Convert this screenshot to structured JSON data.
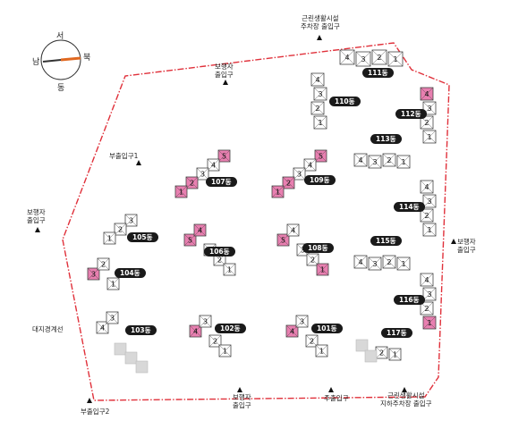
{
  "compass": {
    "north": "북",
    "south": "남",
    "east": "동",
    "west": "서"
  },
  "colors": {
    "boundary": "#e0303a",
    "highlight": "#e87fb0",
    "building": "#ffffff",
    "outline": "#444444",
    "ghost": "#d8d8d8",
    "badge": "#1a1a1a"
  },
  "buildings": [
    {
      "id": "111동",
      "units": [
        "4",
        "3",
        "2",
        "1"
      ]
    },
    {
      "id": "110동",
      "units": [
        "4",
        "3",
        "2",
        "1"
      ]
    },
    {
      "id": "112동",
      "units": [
        "4",
        "3",
        "2",
        "1"
      ]
    },
    {
      "id": "113동",
      "units": [
        "4",
        "3",
        "2",
        "1"
      ]
    },
    {
      "id": "107동",
      "units": [
        "5",
        "4",
        "3",
        "2",
        "1"
      ]
    },
    {
      "id": "109동",
      "units": [
        "5",
        "4",
        "3",
        "2",
        "1"
      ]
    },
    {
      "id": "114동",
      "units": [
        "4",
        "3",
        "2",
        "1"
      ]
    },
    {
      "id": "105동",
      "units": [
        "3",
        "2",
        "1"
      ]
    },
    {
      "id": "106동",
      "units": [
        "5",
        "4",
        "3",
        "2",
        "1"
      ]
    },
    {
      "id": "108동",
      "units": [
        "5",
        "4",
        "3",
        "2",
        "1"
      ]
    },
    {
      "id": "115동",
      "units": [
        "4",
        "3",
        "2",
        "1"
      ]
    },
    {
      "id": "104동",
      "units": [
        "3",
        "2",
        "1"
      ]
    },
    {
      "id": "116동",
      "units": [
        "4",
        "3",
        "2",
        "1"
      ]
    },
    {
      "id": "103동",
      "units": [
        "4",
        "3"
      ]
    },
    {
      "id": "102동",
      "units": [
        "4",
        "3",
        "2",
        "1"
      ]
    },
    {
      "id": "101동",
      "units": [
        "4",
        "3",
        "2",
        "1"
      ]
    },
    {
      "id": "117동",
      "units": [
        "2",
        "1"
      ]
    }
  ],
  "labels": {
    "top_facility": "근린생활시설",
    "top_parking": "주차장 출입구",
    "ped_top_1": "보행자",
    "ped_top_2": "출입구",
    "sub1": "부출입구1",
    "ped_left_1": "보행자",
    "ped_left_2": "출입구",
    "boundary": "대지경계선",
    "ped_right_1": "보행자",
    "ped_right_2": "출입구",
    "sub2": "부출입구2",
    "ped_bottom_1": "보행자",
    "ped_bottom_2": "출입구",
    "main": "주출입구",
    "bottom_facility": "근린생활시설",
    "bottom_parking": "지하주차장 출입구"
  }
}
